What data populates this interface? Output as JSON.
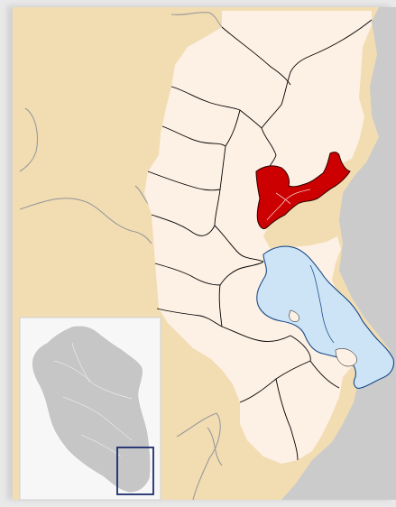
{
  "map": {
    "colors": {
      "outer_land": "#f2ddb3",
      "neighbor_country": "#cbcbcb",
      "region_fill": "#fdf0e4",
      "highlight": "#cc0000",
      "lake": "#cde4f6",
      "lake_border": "#1a4b8a",
      "river": "#9a9a9a",
      "inset_background": "#f7f7f7",
      "inset_country": "#c6c6c6",
      "inset_box": "#1a2b6b"
    },
    "highlighted_district": "red-highlighted-province",
    "inset": {
      "shows": "country-locator-map",
      "highlight_box": "region-locator-box"
    }
  }
}
